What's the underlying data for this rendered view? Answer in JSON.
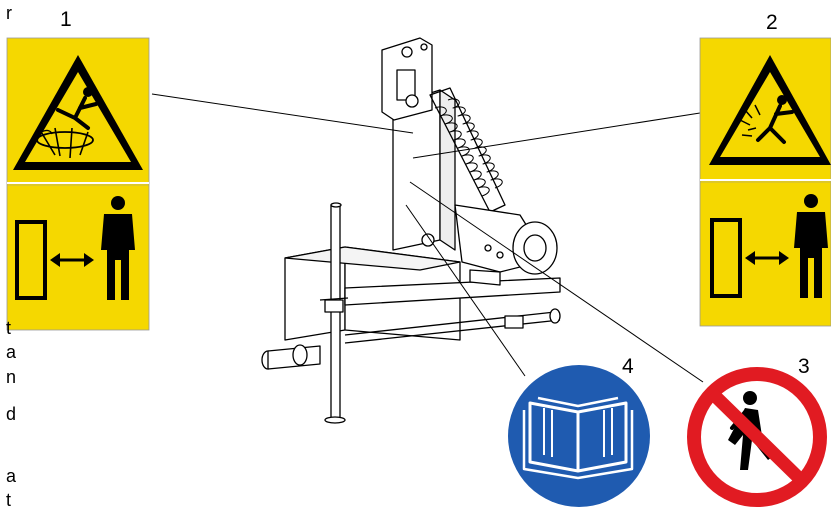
{
  "callouts": [
    {
      "number": "1"
    },
    {
      "number": "2"
    },
    {
      "number": "3"
    },
    {
      "number": "4"
    }
  ],
  "margin_text": [
    "r",
    "t",
    "a",
    "n",
    "d",
    "a",
    "t"
  ],
  "colors": {
    "warning_yellow": "#f5d800",
    "mandatory_blue": "#1f5bb0",
    "prohibition_red": "#e11b22",
    "line": "#000000"
  },
  "icons": {
    "sign1_top": "rotating-tines-entanglement-icon",
    "sign2_top": "thrown-objects-hazard-icon",
    "sign_bottom": "keep-safe-distance-icon",
    "sign3": "no-pedestrians-icon",
    "sign4": "read-manual-icon"
  }
}
